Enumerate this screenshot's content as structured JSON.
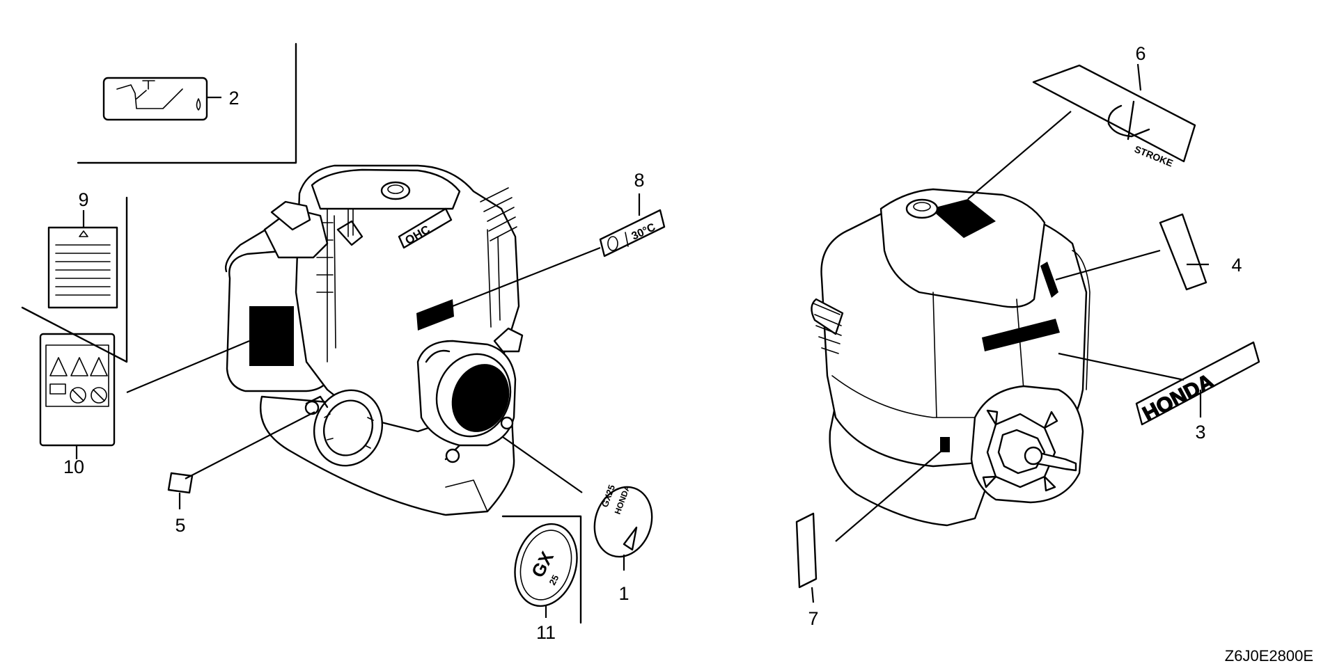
{
  "diagram_code": "Z6J0E2800E",
  "callouts": [
    {
      "id": "1",
      "text": "1"
    },
    {
      "id": "2",
      "text": "2"
    },
    {
      "id": "3",
      "text": "3"
    },
    {
      "id": "4",
      "text": "4"
    },
    {
      "id": "5",
      "text": "5"
    },
    {
      "id": "6",
      "text": "6"
    },
    {
      "id": "7",
      "text": "7"
    },
    {
      "id": "8",
      "text": "8"
    },
    {
      "id": "9",
      "text": "9"
    },
    {
      "id": "10",
      "text": "10"
    },
    {
      "id": "11",
      "text": "11"
    }
  ],
  "label_texts": {
    "honda_mark": "HONDA",
    "stroke_mark": "STROKE",
    "ohc_mark": "OHC",
    "temp_mark": "30°C",
    "emblem_model": "GX25",
    "emblem_brand": "HONDA",
    "gx_mark": "GX",
    "gx_size": "25"
  }
}
